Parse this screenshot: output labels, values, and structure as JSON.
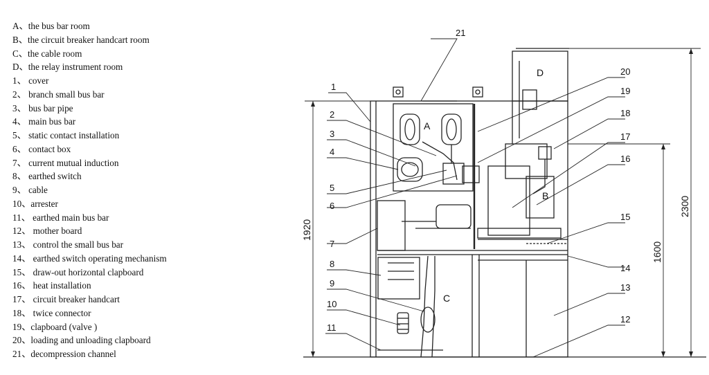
{
  "legend": [
    "A、the bus bar room",
    "B、the circuit breaker handcart room",
    "C、the cable room",
    "D、the relay instrument room",
    "1、 cover",
    "2、 branch small bus bar",
    "3、 bus bar pipe",
    "4、 main bus  bar",
    "5、 static contact installation",
    "6、 contact box",
    "7、 current mutual induction",
    "8、 earthed switch",
    "9、 cable",
    "10、arrester",
    "11、 earthed main bus bar",
    "12、 mother board",
    "13、 control the small bus bar",
    "14、 earthed switch operating mechanism",
    "15、 draw-out horizontal clapboard",
    "16、 heat installation",
    "17、 circuit breaker handcart",
    "18、  twice connector",
    "19、clapboard (valve )",
    "20、loading and unloading clapboard",
    "21、decompression channel"
  ],
  "rooms": {
    "a": "A",
    "b": "B",
    "c": "C",
    "d": "D"
  },
  "callouts": [
    "1",
    "2",
    "3",
    "4",
    "5",
    "6",
    "7",
    "8",
    "9",
    "10",
    "11",
    "12",
    "13",
    "14",
    "15",
    "16",
    "17",
    "18",
    "19",
    "20",
    "21"
  ],
  "dimensions": {
    "height_total": "2300",
    "height_cabinet": "1920",
    "height_handcart": "1600"
  }
}
